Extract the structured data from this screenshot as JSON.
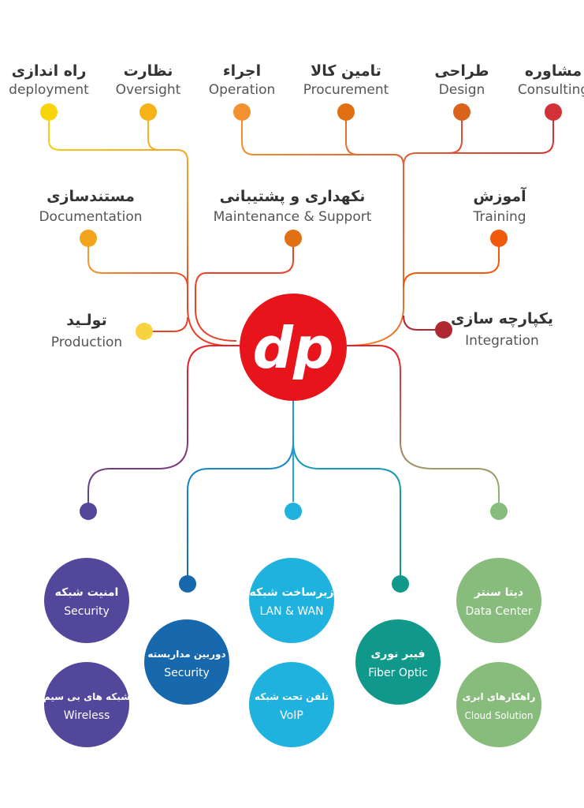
{
  "logo": {
    "text": "dp",
    "color": "#e8141b"
  },
  "top_nodes": [
    {
      "fa": "راه اندازی",
      "en": "deployment",
      "color": "#f8d40c"
    },
    {
      "fa": "نظارت",
      "en": "Oversight",
      "color": "#f5b318"
    },
    {
      "fa": "اجراء",
      "en": "Operation",
      "color": "#f39130"
    },
    {
      "fa": "تامین کالا",
      "en": "Procurement",
      "color": "#e07012"
    },
    {
      "fa": "طراحی",
      "en": "Design",
      "color": "#d9631a"
    },
    {
      "fa": "مشاوره",
      "en": "Consulting",
      "color": "#d23237"
    }
  ],
  "middle_nodes": [
    {
      "fa": "مستندسازی",
      "en": "Documentation",
      "color": "#f2a51c"
    },
    {
      "fa": "نکهداری و پشتیبانی",
      "en": "Maintenance & Support",
      "color": "#e07012"
    },
    {
      "fa": "آموزش",
      "en": "Training",
      "color": "#f05a0c"
    },
    {
      "fa": "تولـید",
      "en": "Production",
      "color": "#f8d340"
    },
    {
      "fa": "یکپارچه سازی",
      "en": "Integration",
      "color": "#b0282f"
    }
  ],
  "services": [
    {
      "fa": "امنیت شبکه",
      "en": "Security",
      "color": "#52479a"
    },
    {
      "fa": "شبکه های بی سیم",
      "en": "Wireless",
      "color": "#52479a"
    },
    {
      "fa": "دوربین مداربسته",
      "en": "Security",
      "color": "#1768ad"
    },
    {
      "fa": "زیرساخت شبکه",
      "en": "LAN & WAN",
      "color": "#20b2de"
    },
    {
      "fa": "تلفن تحت شبکه",
      "en": "VoIP",
      "color": "#20b2de"
    },
    {
      "fa": "فیبر نوری",
      "en": "Fiber Optic",
      "color": "#10998a"
    },
    {
      "fa": "دیتا سنتر",
      "en": "Data Center",
      "color": "#88bc7c"
    },
    {
      "fa": "راهکارهای ابری",
      "en": "Cloud Solution",
      "color": "#88bc7c"
    }
  ]
}
